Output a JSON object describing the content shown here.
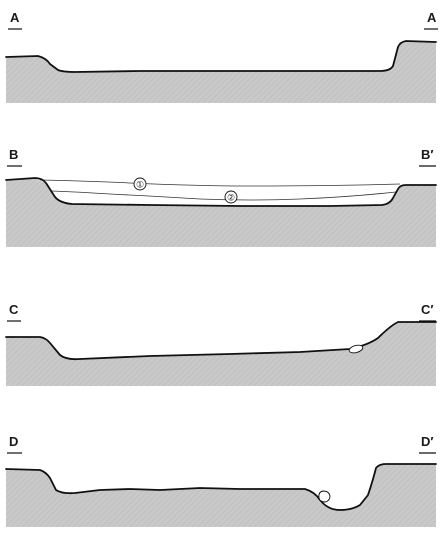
{
  "sections": [
    {
      "id": "A",
      "left_label": "A",
      "right_label": "A"
    },
    {
      "id": "B",
      "left_label": "B",
      "right_label": "B′",
      "markers": [
        "①",
        "②"
      ]
    },
    {
      "id": "C",
      "left_label": "C",
      "right_label": "C′"
    },
    {
      "id": "D",
      "left_label": "D",
      "right_label": "D′"
    }
  ],
  "colors": {
    "ground_fill": "#c9c9c9",
    "hatch_line": "#b3b3b3",
    "outline": "#111111",
    "fill_layer": "#ffffff"
  }
}
